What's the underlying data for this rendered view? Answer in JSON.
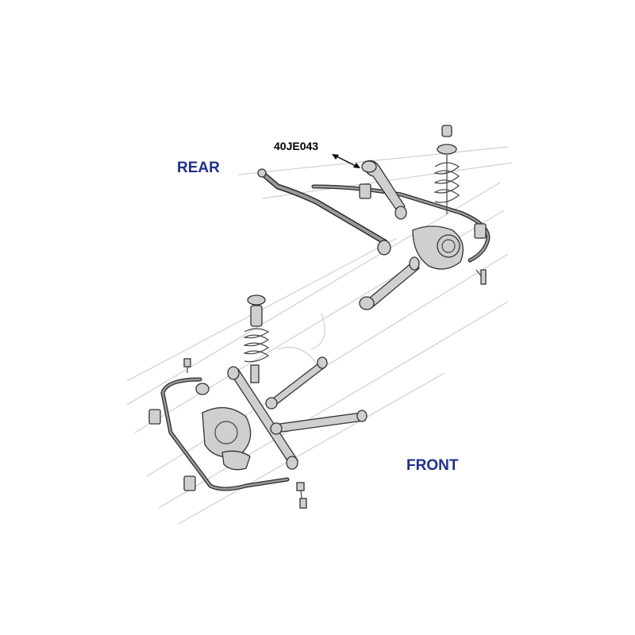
{
  "labels": {
    "rear": "REAR",
    "front": "FRONT",
    "part_number": "40JE043"
  },
  "colors": {
    "region_label": "#1f2f8a",
    "part_label": "#000000",
    "parts_fill": "#cfcfcf",
    "parts_outline": "#333333",
    "watermark": "#cfcfcf"
  }
}
